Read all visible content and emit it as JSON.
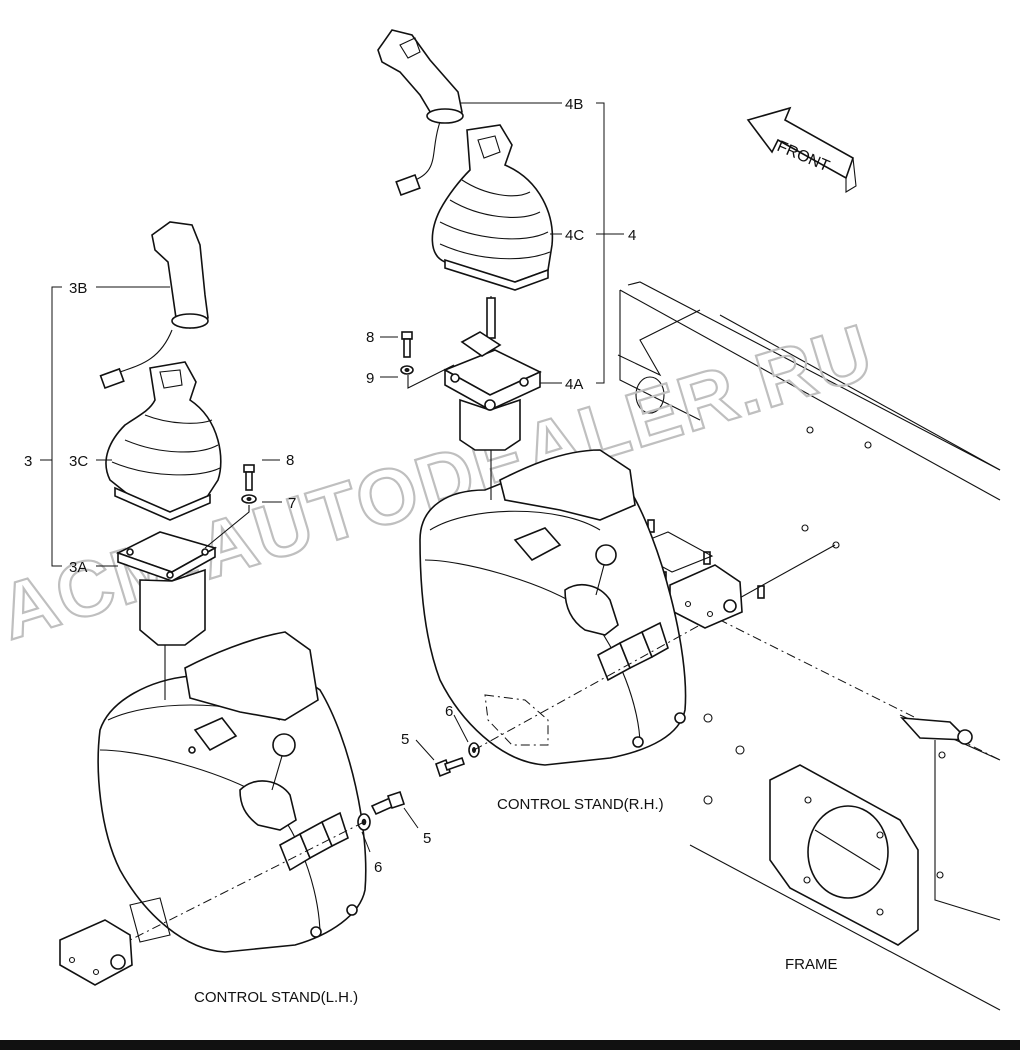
{
  "callouts": {
    "l4b": "4B",
    "l4c": "4C",
    "l4": "4",
    "l4a": "4A",
    "l8_right": "8",
    "l9": "9",
    "l3b": "3B",
    "l3": "3",
    "l3c": "3C",
    "l8_left": "8",
    "l7": "7",
    "l3a": "3A",
    "l5_right": "5",
    "l6_right": "6",
    "l5_left": "5",
    "l6_left": "6"
  },
  "front_arrow": {
    "label": "FRONT"
  },
  "captions": {
    "control_stand_rh": "CONTROL STAND(R.H.)",
    "control_stand_lh": "CONTROL STAND(L.H.)",
    "frame": "FRAME"
  },
  "watermark": {
    "text": "ACM.AUTODEALER.RU",
    "color": "#bfbfbf"
  },
  "colors": {
    "line": "#111111",
    "background": "#ffffff"
  }
}
